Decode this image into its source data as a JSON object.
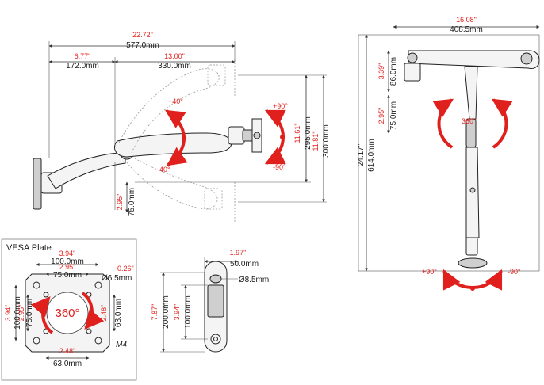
{
  "side_view": {
    "total_width": {
      "imperial": "22.72\"",
      "metric": "577.0mm"
    },
    "wall_to_pivot": {
      "imperial": "6.77\"",
      "metric": "172.0mm"
    },
    "arm_reach": {
      "imperial": "13.00\"",
      "metric": "330.0mm"
    },
    "tilt_up": "+40°",
    "tilt_down": "-40°",
    "swivel_up": "+90°",
    "swivel_down": "-90°",
    "height_a": {
      "imperial": "11.61\"",
      "metric": "295.0mm"
    },
    "height_b": {
      "imperial": "11.81\"",
      "metric": "300.0mm"
    },
    "lower_offset": {
      "imperial": "2.95\"",
      "metric": "75.0mm"
    }
  },
  "top_view": {
    "width": {
      "imperial": "16.08\"",
      "metric": "408.5mm"
    },
    "top_offset": {
      "imperial": "3.39\"",
      "metric": "86.0mm"
    },
    "mid_offset": {
      "imperial": "2.95\"",
      "metric": "75.0mm"
    },
    "total_height": {
      "imperial": "24.17\"",
      "metric": "614.0mm"
    },
    "rotation": "360°",
    "swing_left": "+90°",
    "swing_right": "-90°"
  },
  "vesa": {
    "title": "VESA Plate",
    "outer": {
      "imperial": "3.94\"",
      "metric": "100.0mm"
    },
    "inner": {
      "imperial": "2.95\"",
      "metric": "75.0mm"
    },
    "hole": {
      "imperial": "0.26\"",
      "metric": "Ø6.5mm"
    },
    "left_outer": {
      "imperial": "3.94\"",
      "metric": "100.0mm"
    },
    "left_inner": {
      "imperial": "2.95\"",
      "metric": "75.0mm"
    },
    "right_inner": {
      "imperial": "2.48\"",
      "metric": "63.0mm"
    },
    "bottom": {
      "imperial": "2.48\"",
      "metric": "63.0mm"
    },
    "rotation": "360°",
    "screw": "M4"
  },
  "clamp": {
    "width": {
      "imperial": "1.97\"",
      "metric": "50.0mm"
    },
    "hole": "Ø8.5mm",
    "height": {
      "imperial": "7.87\"",
      "metric": "200.0mm"
    },
    "inner_height": {
      "imperial": "3.94\"",
      "metric": "100.0mm"
    }
  }
}
